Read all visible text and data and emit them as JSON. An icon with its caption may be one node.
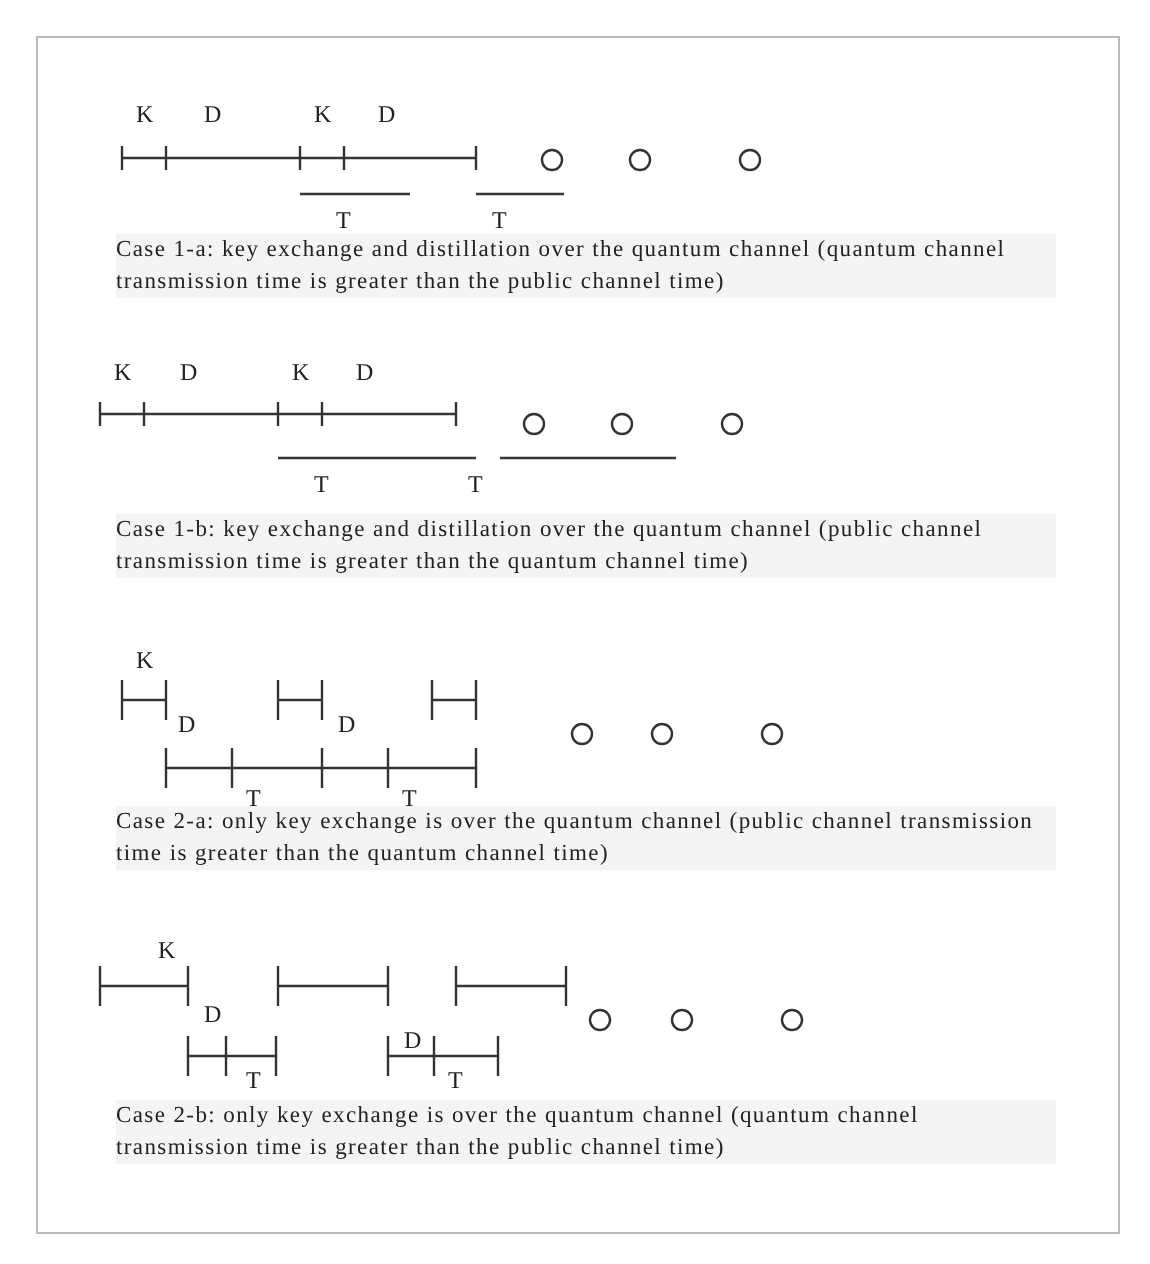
{
  "diagram": {
    "labels": [
      "K",
      "D",
      "K",
      "D",
      "T",
      "T",
      "Case 1-a: key exchange and distillation over the quantum channel (quantum channel transmission time is greater than the public channel time)",
      "K",
      "D",
      "K",
      "D",
      "T",
      "T",
      "Case 1-b: key exchange and distillation over the quantum channel (public channel transmission time is greater than the quantum channel time)",
      "K",
      "D",
      "D",
      "T",
      "T",
      "Case 2-a: only key exchange is over the quantum channel (public channel transmission time is greater than the quantum channel time)",
      "K",
      "D",
      "D",
      "T",
      "T",
      "Case 2-b: only key exchange is over the quantum channel (quantum channel transmission time is greater than the public channel time)"
    ]
  }
}
